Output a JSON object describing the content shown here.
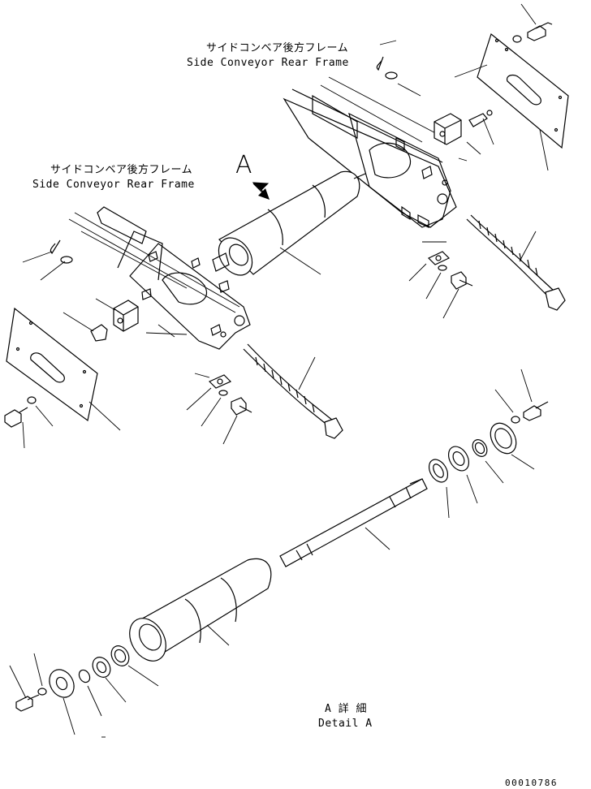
{
  "labels": {
    "frame_top_jp": "サイドコンベア後方フレーム",
    "frame_top_en": "Side Conveyor Rear Frame",
    "frame_left_jp": "サイドコンベア後方フレーム",
    "frame_left_en": "Side Conveyor Rear Frame",
    "view_marker": "A",
    "detail_jp": "A 詳 細",
    "detail_en": "Detail A",
    "drawing_number": "00010786"
  }
}
